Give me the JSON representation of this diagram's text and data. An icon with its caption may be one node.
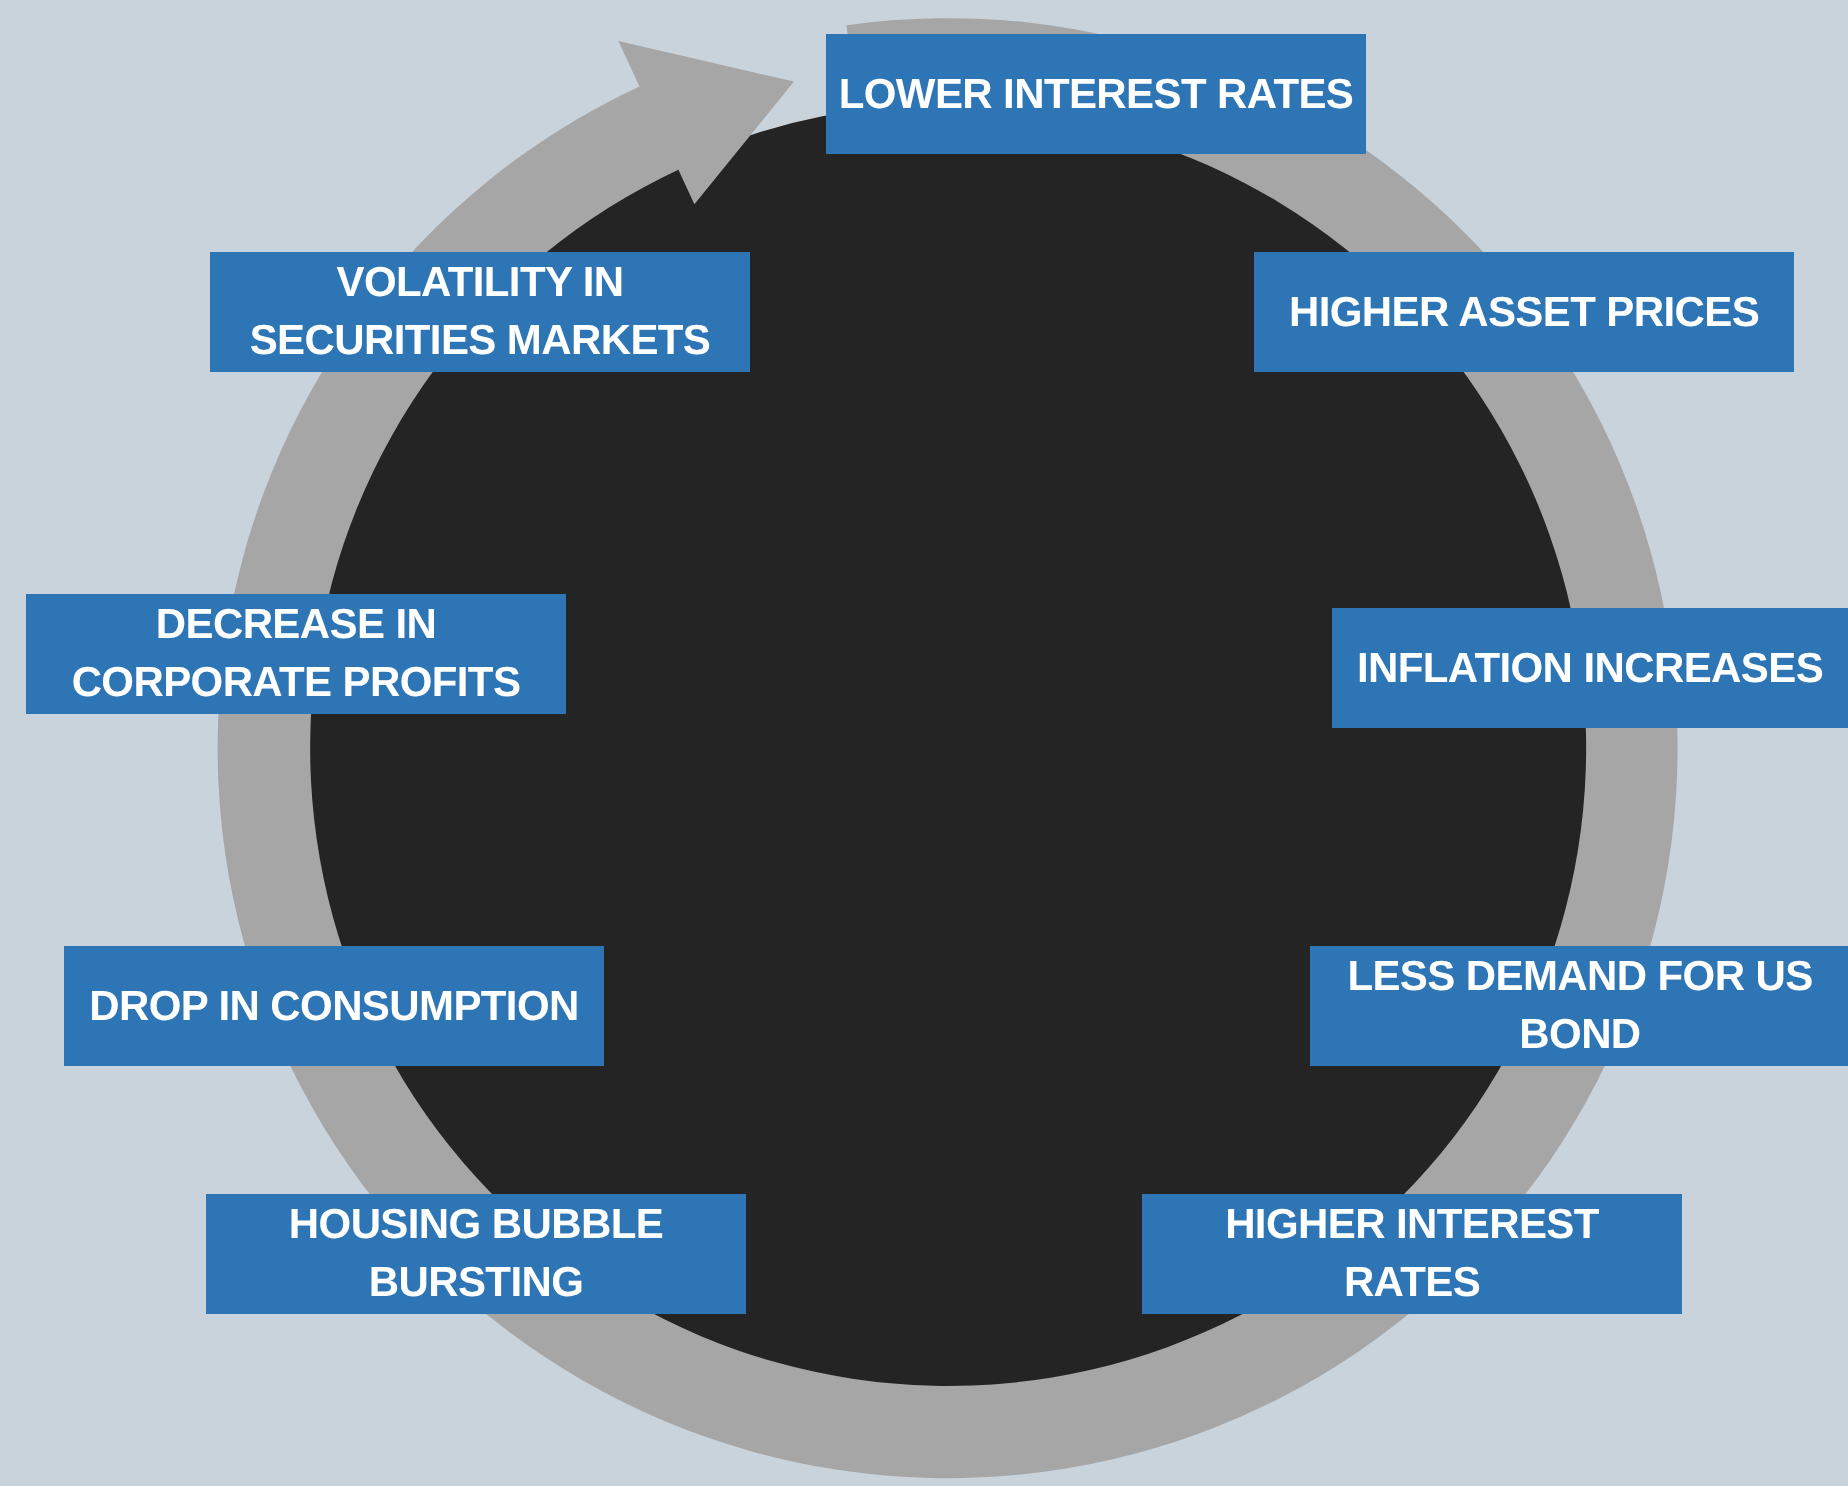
{
  "diagram": {
    "nodes": [
      {
        "text": [
          "LOWER INTEREST RATES"
        ]
      },
      {
        "text": [
          "HIGHER ASSET PRICES"
        ]
      },
      {
        "text": [
          "INFLATION INCREASES"
        ]
      },
      {
        "text": [
          "LESS DEMAND FOR US BOND"
        ]
      },
      {
        "text": [
          "HIGHER INTEREST RATES"
        ]
      },
      {
        "text": [
          "HOUSING BUBBLE BURSTING"
        ]
      },
      {
        "text": [
          "DROP IN CONSUMPTION"
        ]
      },
      {
        "text": [
          "DECREASE IN CORPORATE PROFITS"
        ]
      },
      {
        "text": [
          "VOLATILITY IN SECURITIES MARKETS"
        ]
      }
    ]
  }
}
